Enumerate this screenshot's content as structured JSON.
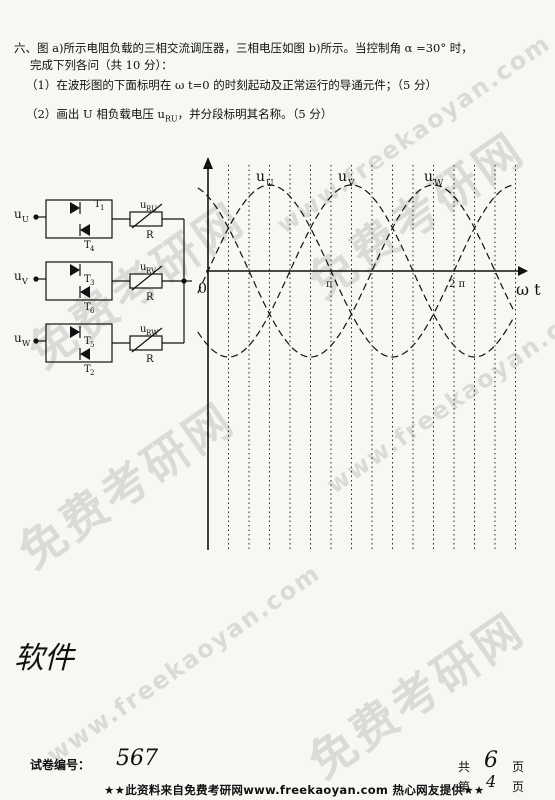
{
  "question": {
    "line1": "六、图 a)所示电阻负载的三相交流调压器，三相电压如图 b)所示。当控制角 α =30° 时，",
    "line2": "完成下列各问（共 10 分）：",
    "sub1": "（1）在波形图的下面标明在 ω t=0 的时刻起动及正常运行的导通元件；（5 分）",
    "sub2_pre": "（2）画出 U 相负载电压 u",
    "sub2_subscript": "RU",
    "sub2_post": "，并分段标明其名称。（5 分）"
  },
  "circuit": {
    "inputs": [
      {
        "label": "u",
        "sub": "U",
        "top_thyristor": "T",
        "top_sub": "1",
        "bottom_thyristor": "T",
        "bottom_sub": "4",
        "load_voltage": "u",
        "load_sub": "RU",
        "resistor": "R"
      },
      {
        "label": "u",
        "sub": "V",
        "top_thyristor": "T",
        "top_sub": "3",
        "bottom_thyristor": "T",
        "bottom_sub": "6",
        "load_voltage": "u",
        "load_sub": "RV",
        "resistor": "R"
      },
      {
        "label": "u",
        "sub": "W",
        "top_thyristor": "T",
        "top_sub": "5",
        "bottom_thyristor": "T",
        "bottom_sub": "2",
        "load_voltage": "u",
        "load_sub": "RW",
        "resistor": "R"
      }
    ]
  },
  "waveform": {
    "curve_labels": [
      {
        "text": "u",
        "sub": "U"
      },
      {
        "text": "u",
        "sub": "V"
      },
      {
        "text": "u",
        "sub": "W"
      }
    ],
    "origin_label": "0",
    "pi_label": "π",
    "two_pi_label": "2 π",
    "axis_label": "ω t"
  },
  "handwriting": "软件",
  "footer": {
    "paper_code_label": "试卷编号：",
    "paper_code": "567",
    "total_prefix": "共",
    "total_pages": "6",
    "page_suffix": "页",
    "current_prefix": "第",
    "current_page": "4",
    "current_suffix": "页",
    "banner": "★★此资料来自免费考研网www.freekaoyan.com 热心网友提供★★"
  },
  "watermarks": {
    "big": "免费考研网",
    "small": "www.freekaoyan.com"
  }
}
